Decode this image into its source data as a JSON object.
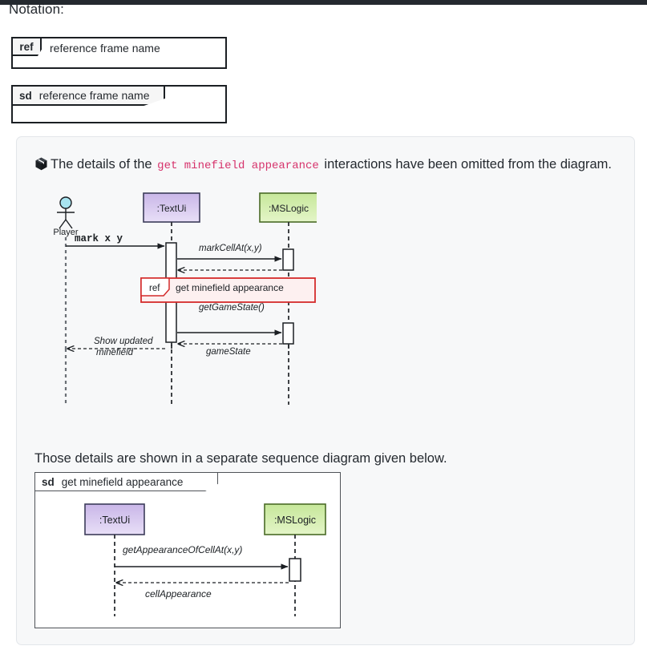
{
  "page": {
    "heading": "Notation:"
  },
  "notation": {
    "ref_frame": {
      "tag": "ref",
      "name": "reference frame name"
    },
    "sd_frame": {
      "tag": "sd",
      "name": "reference frame name"
    }
  },
  "callout": {
    "icon": "cube-icon",
    "text_before": "The details of the",
    "code": "get minefield appearance",
    "text_after": "interactions have been omitted from the diagram.",
    "paragraph_2": "Those details are shown in a separate sequence diagram given below.",
    "background": "#f7f8f9",
    "code_color": "#d6336c"
  },
  "diagram_main": {
    "actor": {
      "label": "Player",
      "head_color": "#a8e4f0"
    },
    "participants": [
      {
        "label": ":TextUi",
        "fill": "#d9c9ef",
        "stroke": "#3c3c5a"
      },
      {
        "label": ":MSLogic",
        "fill": "#cdeaa0",
        "stroke": "#4a6b27"
      }
    ],
    "messages": [
      {
        "label": "mark x y",
        "style": "mono-bold",
        "kind": "call",
        "from": "Player",
        "to": ":TextUi"
      },
      {
        "label": "markCellAt(x,y)",
        "style": "italic",
        "kind": "call",
        "from": ":TextUi",
        "to": ":MSLogic"
      },
      {
        "label": "",
        "style": "italic",
        "kind": "return",
        "from": ":MSLogic",
        "to": ":TextUi"
      },
      {
        "label": "getGameState()",
        "style": "italic",
        "kind": "call",
        "from": ":TextUi",
        "to": ":MSLogic"
      },
      {
        "label": "gameState",
        "style": "italic",
        "kind": "return",
        "from": ":MSLogic",
        "to": ":TextUi"
      },
      {
        "label": "Show updated minefield",
        "style": "italic",
        "kind": "return",
        "from": ":TextUi",
        "to": "Player"
      }
    ],
    "ref_frame": {
      "tag": "ref",
      "name": "get minefield appearance",
      "border": "#d42b2b",
      "fill": "#fdf0f0"
    }
  },
  "diagram_sub": {
    "frame": {
      "tag": "sd",
      "name": "get minefield appearance"
    },
    "participants": [
      {
        "label": ":TextUi",
        "fill": "#d9c9ef",
        "stroke": "#3c3c5a"
      },
      {
        "label": ":MSLogic",
        "fill": "#cdeaa0",
        "stroke": "#4a6b27"
      }
    ],
    "messages": [
      {
        "label": "getAppearanceOfCellAt(x,y)",
        "style": "italic",
        "kind": "call",
        "from": ":TextUi",
        "to": ":MSLogic"
      },
      {
        "label": "cellAppearance",
        "style": "italic",
        "kind": "return",
        "from": ":MSLogic",
        "to": ":TextUi"
      }
    ]
  }
}
